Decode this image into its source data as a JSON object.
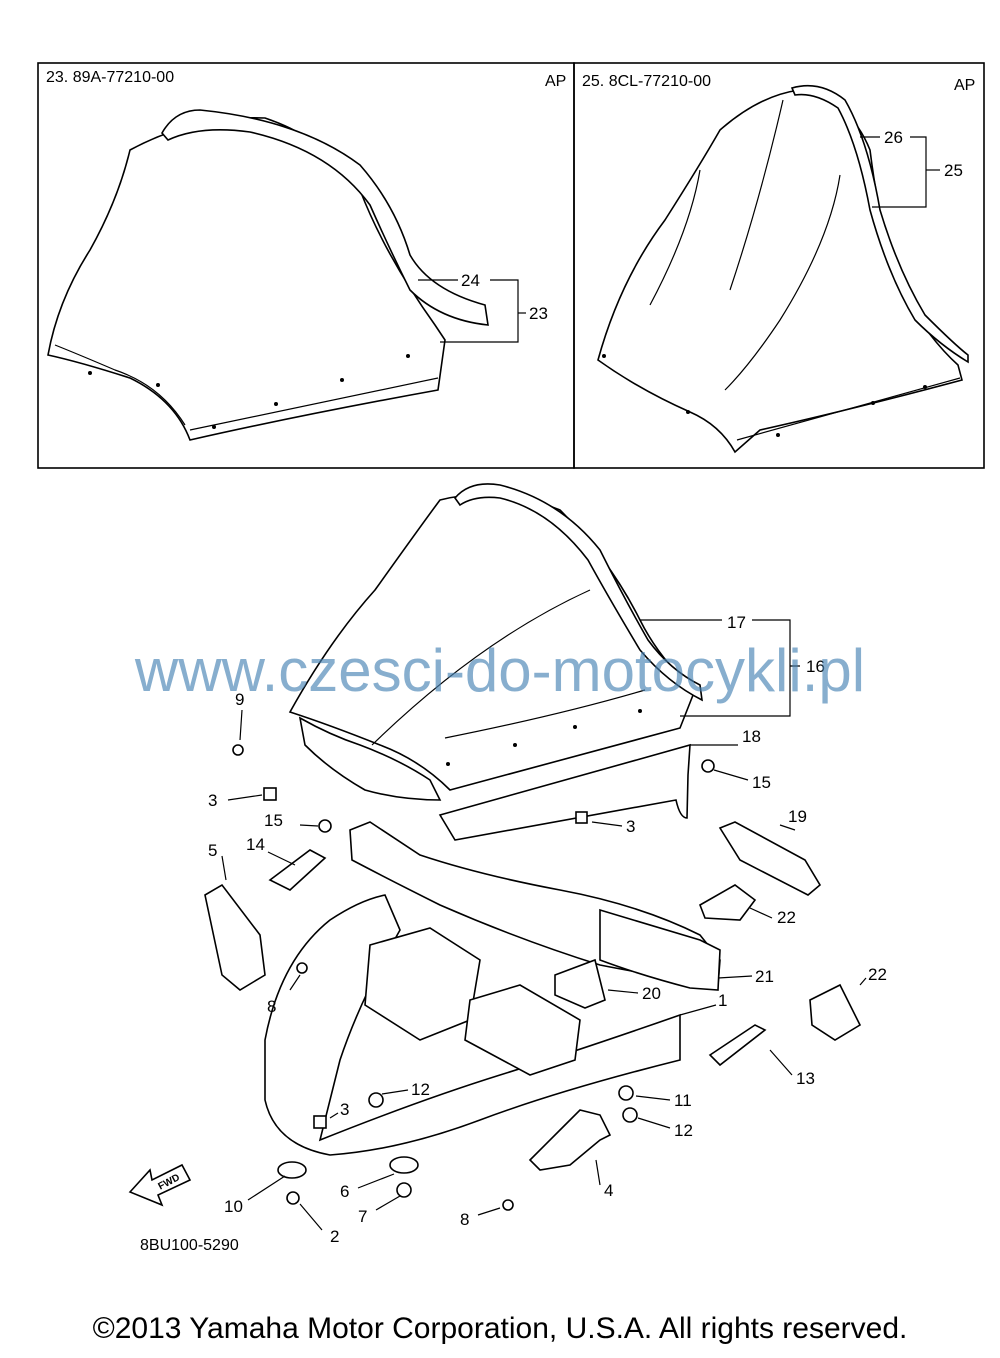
{
  "panels": {
    "left": {
      "part_no": "23. 89A-77210-00",
      "tag": "AP"
    },
    "right": {
      "part_no": "25. 8CL-77210-00",
      "tag": "AP"
    }
  },
  "callouts": {
    "c24": "24",
    "c23": "23",
    "c26": "26",
    "c25": "25",
    "c17": "17",
    "c16": "16",
    "c18": "18",
    "c9": "9",
    "c3a": "3",
    "c15a": "15",
    "c3b": "3",
    "c15b": "15",
    "c14": "14",
    "c19": "19",
    "c5": "5",
    "c22a": "22",
    "c21": "21",
    "c22b": "22",
    "c8a": "8",
    "c20": "20",
    "c1": "1",
    "c13": "13",
    "c12a": "12",
    "c3c": "3",
    "c11": "11",
    "c12b": "12",
    "c4": "4",
    "c10": "10",
    "c6": "6",
    "c7": "7",
    "c2": "2",
    "c8b": "8"
  },
  "fwd_label": "FWD",
  "diagram_code": "8BU100-5290",
  "watermark": "www.czesci-do-motocykli.pl",
  "copyright": "©2013 Yamaha Motor Corporation, U.S.A. All rights reserved."
}
